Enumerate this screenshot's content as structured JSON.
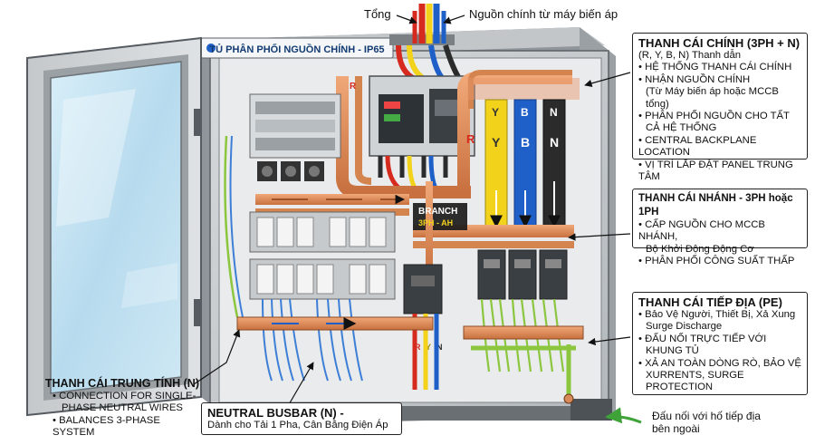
{
  "top": {
    "tong": "Tổng",
    "nguon": "Nguồn chính từ máy biến áp"
  },
  "cabinet": {
    "title": "TỦ PHÂN PHỐI NGUỒN CHÍNH - IP65",
    "branch_tag": [
      "BRANCH",
      "3PH - AH"
    ]
  },
  "busbars": {
    "phase_letters": [
      "Y",
      "Y",
      "B",
      "B",
      "N",
      "N",
      "R",
      "R",
      "R",
      "Y",
      "N"
    ]
  },
  "main_busbar": {
    "title": "THANH CÁI CHÍNH (3PH + N)",
    "subtitle": "(R, Y, B, N) Thanh dẫn",
    "lines": [
      "• HỆ THỐNG THANH CÁI CHÍNH",
      "• NHẬN NGUỒN CHÍNH",
      "(Từ Máy biến áp hoặc MCCB tổng)",
      "• PHÂN PHỐI NGUỒN CHO TẤT",
      "CẢ HỆ THỐNG",
      "• CENTRAL BACKPLANE LOCATION",
      "• VỊ TRÍ LẮP ĐẶT PANEL TRUNG TÂM"
    ]
  },
  "branch_busbar": {
    "title": "THANH CÁI NHÁNH - 3PH hoặc 1PH",
    "lines": [
      "• CẤP NGUỒN CHO MCCB NHÁNH,",
      "Bộ Khởi Động Động Cơ",
      "• PHÂN PHỐI CÔNG SUẤT THẤP"
    ]
  },
  "earth_busbar": {
    "title": "THANH CÁI TIẾP ĐỊA (PE)",
    "lines": [
      "• Bảo Vệ Người, Thiết Bị, Xả Xung",
      "Surge Discharge",
      "• ĐẤU NỐI TRỰC TIẾP VỚI",
      "KHUNG TỦ",
      "• XẢ AN TOÀN DÒNG RÒ, BẢO VỆ",
      "XURRENTS, SURGE PROTECTION"
    ]
  },
  "neutral_left": {
    "title": "THANH CÁI TRUNG TÍNH (N)",
    "lines": [
      "• CONNECTION FOR SINGLE-",
      "PHASE NEUTRAL WIRES",
      "• BALANCES 3-PHASE SYSTEM"
    ]
  },
  "neutral_center": {
    "title": "NEUTRAL BUSBAR (N) -",
    "line": "Dành cho Tải 1 Pha, Cân Bằng Điện Áp"
  },
  "ground_note": {
    "lines": [
      "Đấu nối với hố tiếp địa",
      "bên ngoài"
    ]
  },
  "colors": {
    "phase_red": "#d62a1e",
    "phase_yellow": "#f2d21b",
    "phase_blue": "#1f5fc8",
    "neutral_black": "#2b2b2b",
    "copper": "#d98a5a",
    "earth_green": "#8cc63f",
    "cabinet_grey": "#c9cdd0"
  }
}
